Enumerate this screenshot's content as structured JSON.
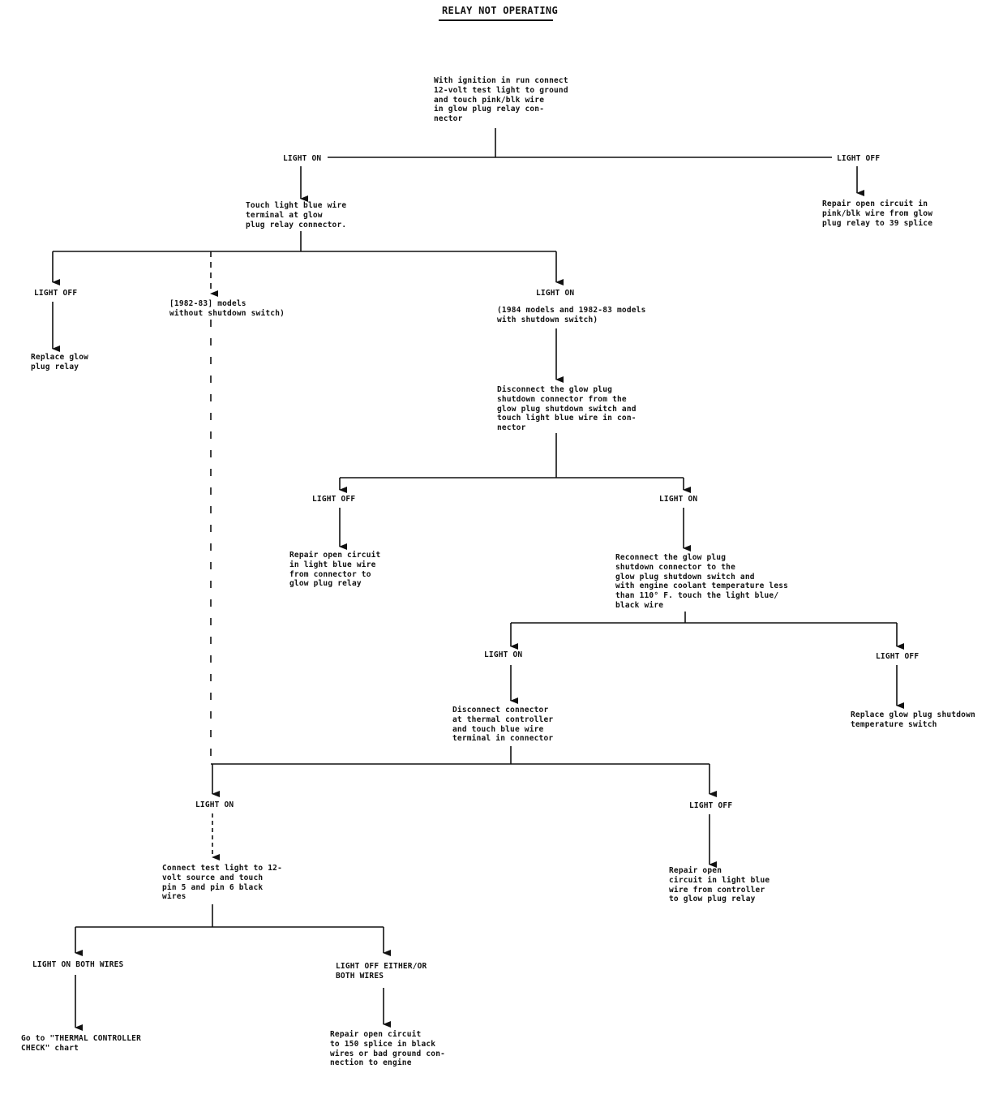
{
  "title": "RELAY NOT OPERATING",
  "nodes": {
    "start": "With ignition in run connect\n12-volt test light to ground\nand touch pink/blk wire\nin glow plug relay con-\nnector",
    "n1_on": "LIGHT ON",
    "n1_off": "LIGHT OFF",
    "n1_off_action": "Repair open circuit in\npink/blk wire from glow\nplug relay to 39 splice",
    "touch_lt_blue": "Touch light blue wire\nterminal at glow\nplug relay connector.",
    "n2_off": "LIGHT OFF",
    "n2_off_action": "Replace glow\nplug relay",
    "n2_8283": "[1982-83] models\nwithout shutdown switch)",
    "n2_on": "LIGHT ON",
    "n2_on_models": "(1984 models and 1982-83 models\nwith shutdown switch)",
    "disconnect_shutdown": "Disconnect the glow plug\nshutdown connector from the\nglow plug shutdown switch and\ntouch light blue wire in con-\nnector",
    "n3_off": "LIGHT OFF",
    "n3_off_action": "Repair open circuit\nin light blue wire\nfrom connector to\nglow plug relay",
    "n3_on": "LIGHT ON",
    "reconnect_shutdown": "Reconnect the glow plug\nshutdown connector to the\nglow plug shutdown switch and\nwith engine coolant temperature less\nthan 110° F. touch the light blue/\nblack wire",
    "n4_on": "LIGHT ON",
    "n4_off": "LIGHT OFF",
    "n4_off_action": "Replace glow plug shutdown\ntemperature switch",
    "disconnect_thermal": "Disconnect connector\nat thermal controller\nand touch blue wire\nterminal in connector",
    "n5_on": "LIGHT ON",
    "n5_off": "LIGHT OFF",
    "n5_off_action": "Repair open\ncircuit in light blue\nwire from controller\nto glow plug relay",
    "connect_12v": "Connect test light to 12-\nvolt source and touch\npin 5 and pin 6 black\nwires",
    "n6_on": "LIGHT ON BOTH WIRES",
    "n6_on_action": "Go to \"THERMAL CONTROLLER\nCHECK\" chart",
    "n6_off": "LIGHT OFF EITHER/OR\nBOTH WIRES",
    "n6_off_action": "Repair open circuit\nto 150 splice in black\nwires or bad ground con-\nnection to engine"
  }
}
